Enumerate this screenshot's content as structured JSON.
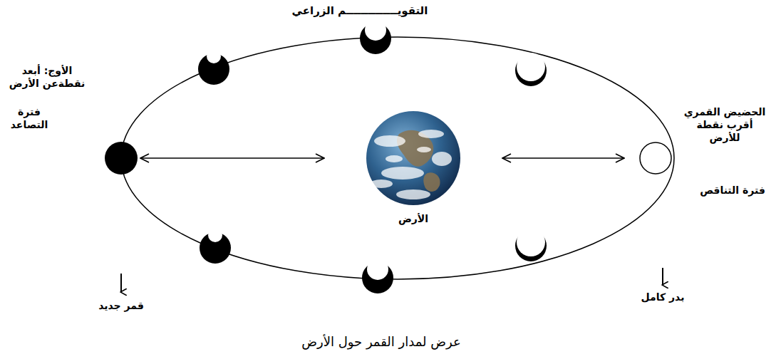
{
  "diagram": {
    "title": "التقويــــــــــــــم الزراعي",
    "caption": "عرض لمدار القمر حول الأرض",
    "nodes": [
      {
        "text": [
          "الأرض"
        ]
      },
      {
        "text": [
          "الأوج: أبعد نقطةعن الأرض",
          "فترة التصاعد"
        ]
      },
      {
        "text": [
          "الحضيض القمري أقرب نقطة للأرض",
          "فترة التناقص"
        ]
      }
    ],
    "edges": [
      {
        "from": 0,
        "to": 1,
        "arrow": "both"
      },
      {
        "from": 0,
        "to": 2,
        "arrow": "both"
      }
    ],
    "labels": [
      "قمر جديد",
      "بدر كامل"
    ]
  }
}
